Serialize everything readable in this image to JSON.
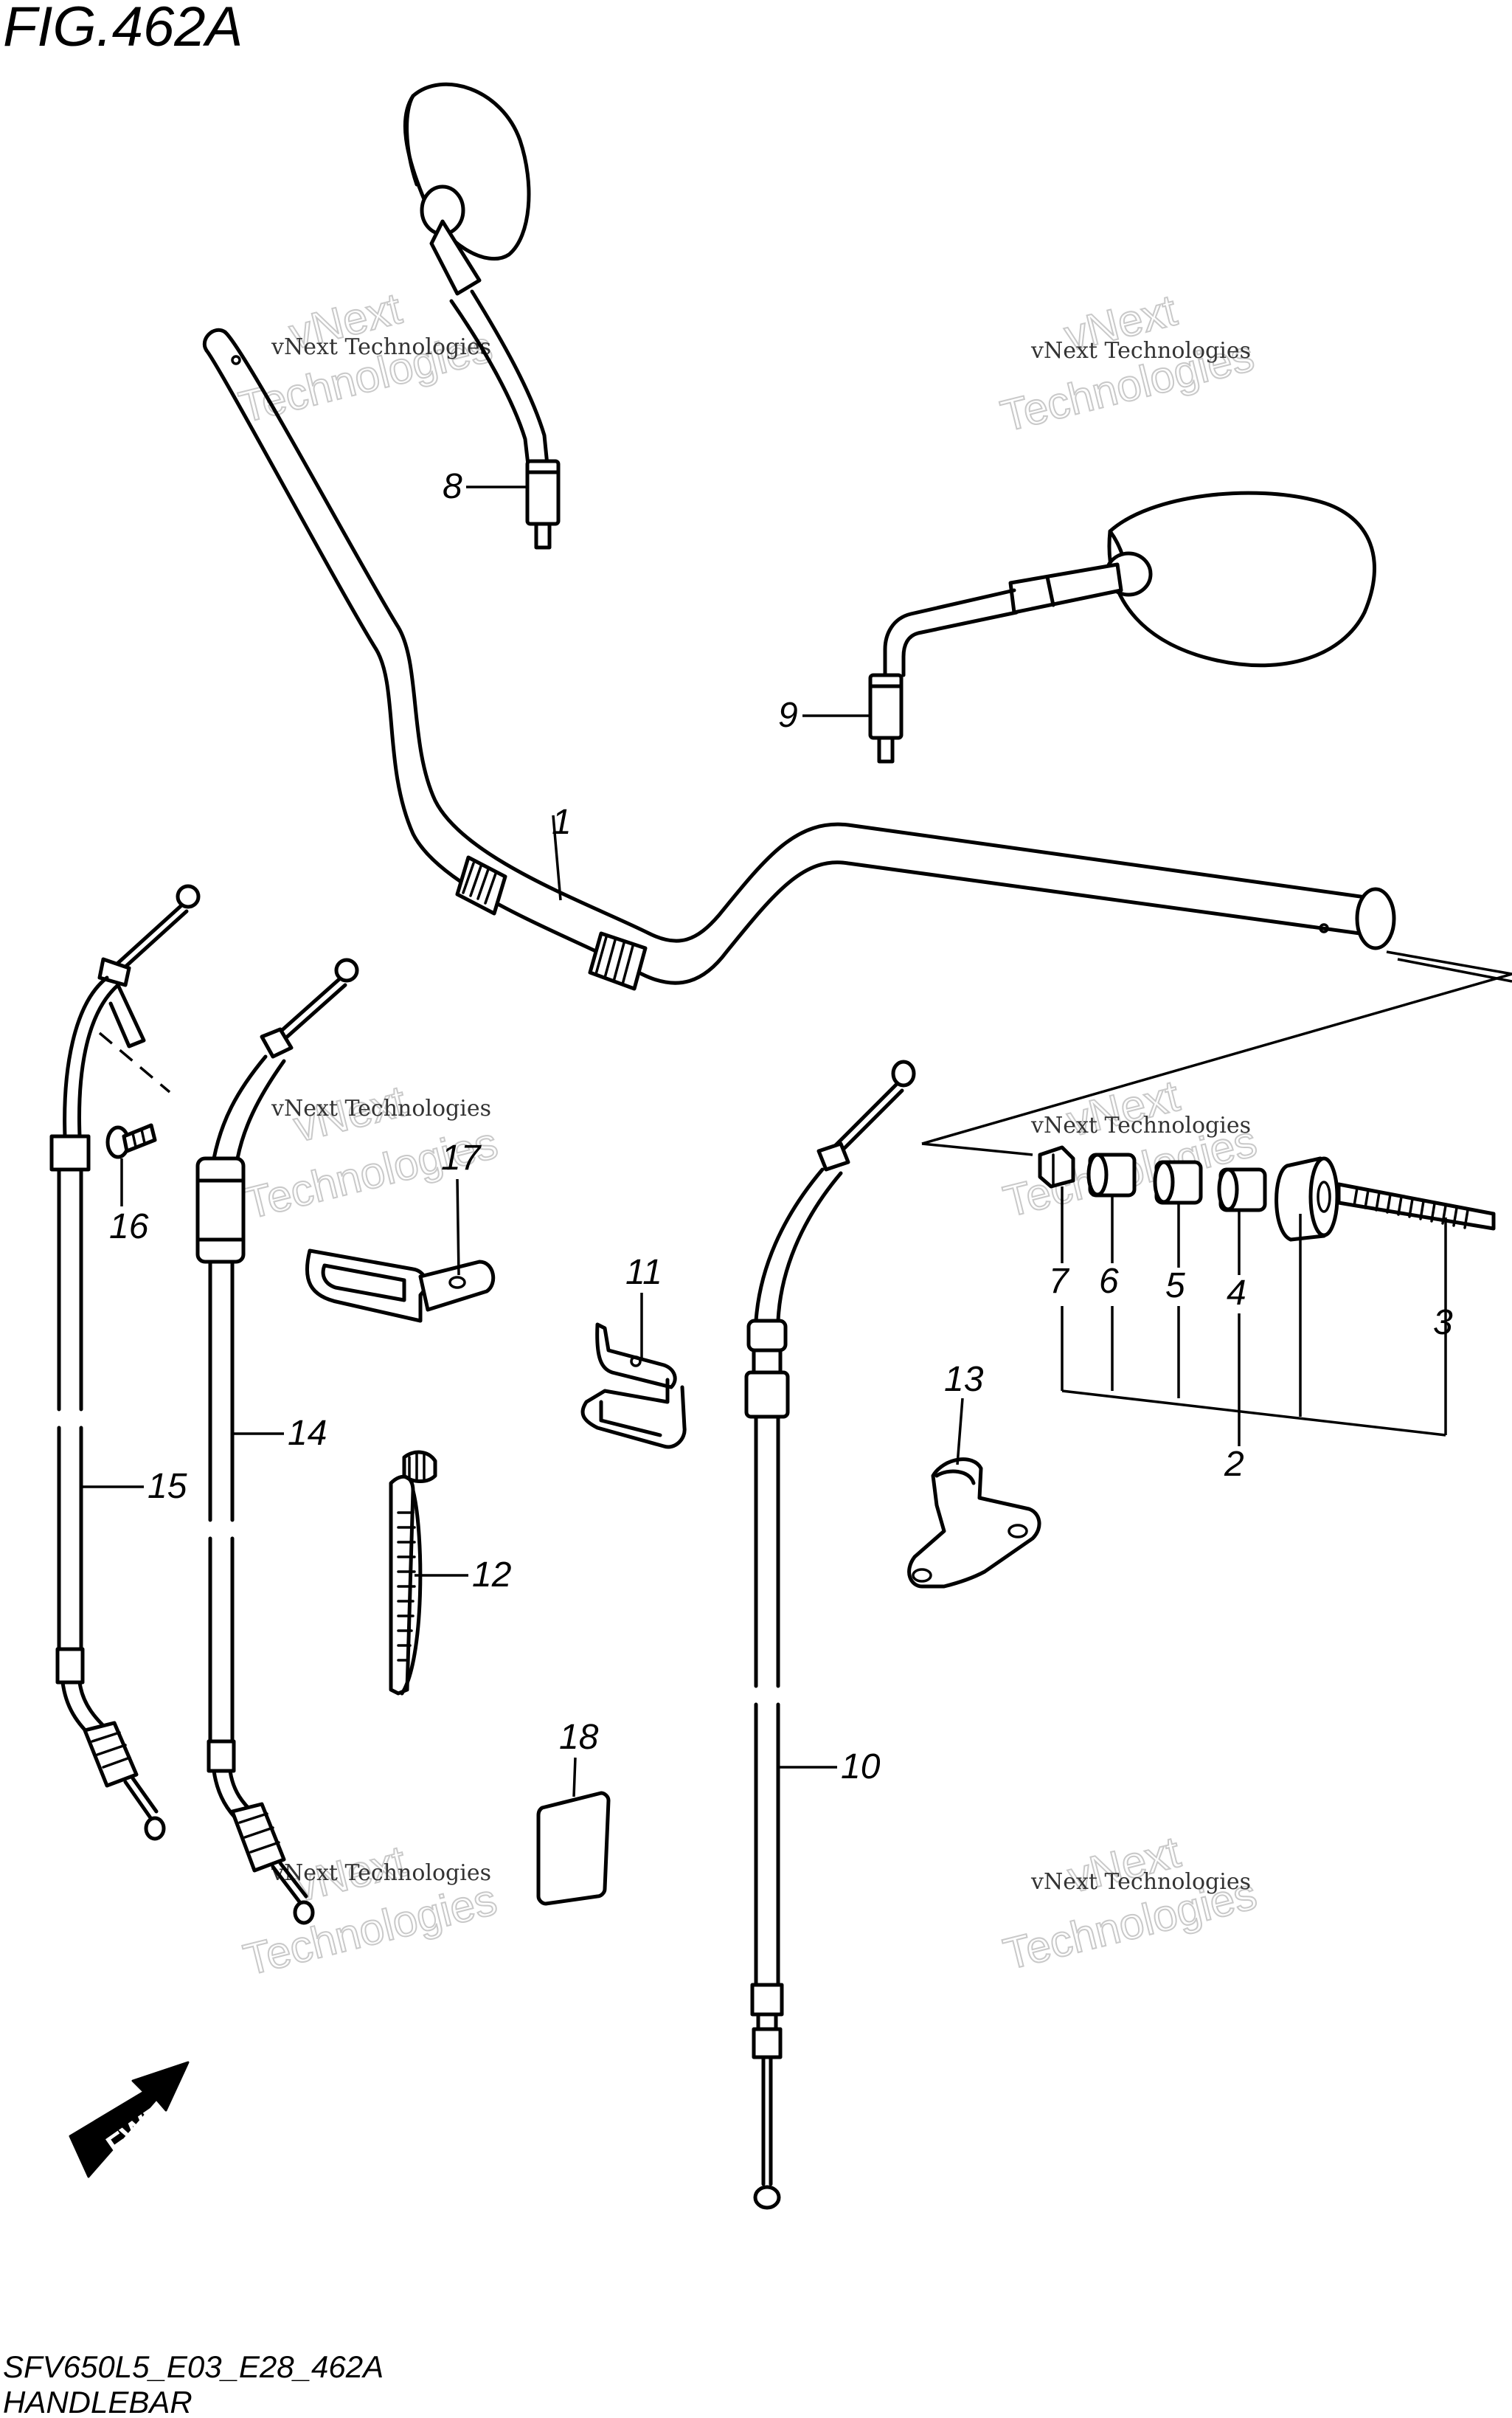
{
  "figure": {
    "title": "FIG.462A",
    "code": "SFV650L5_E03_E28_462A",
    "name": "HANDLEBAR"
  },
  "callouts": [
    "1",
    "2",
    "3",
    "4",
    "5",
    "6",
    "7",
    "8",
    "9",
    "10",
    "11",
    "12",
    "13",
    "14",
    "15",
    "16",
    "17",
    "18"
  ],
  "watermark": {
    "line1": "vNext Technologies",
    "line2a": "vNext",
    "line2b": "Technologies"
  },
  "direction_label": "FWD"
}
